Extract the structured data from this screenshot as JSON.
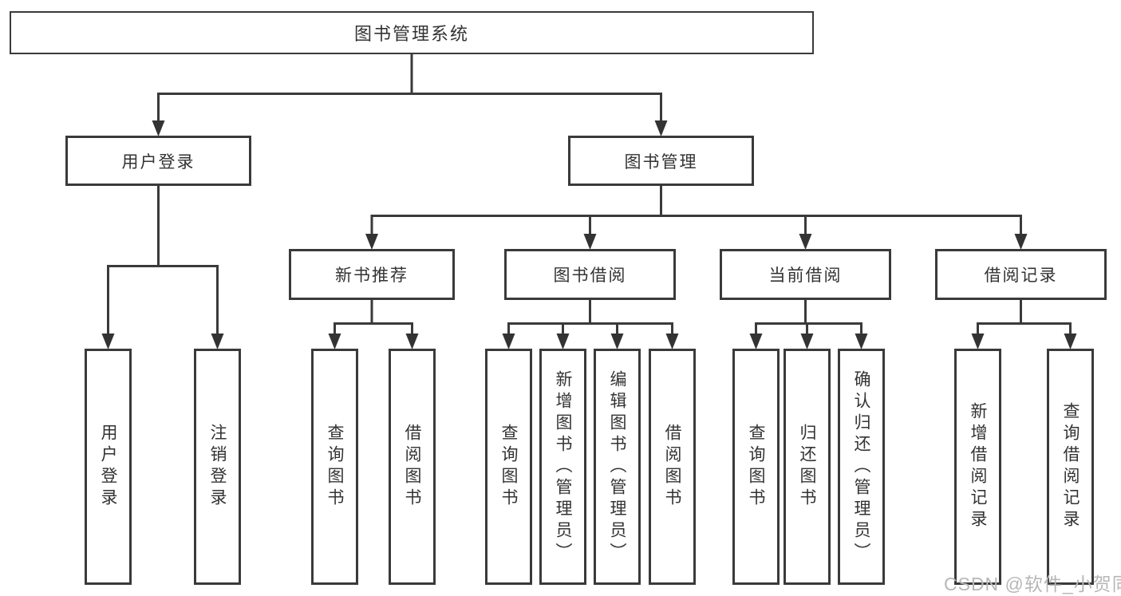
{
  "page": {
    "background": "#ffffff",
    "watermark": "CSDN @软件_小贺同学"
  },
  "colors": {
    "line": "#3a3a3a",
    "text": "#333333",
    "box_background": "#ffffff",
    "watermark": "#b7b7b7"
  },
  "tree": {
    "root": {
      "label": "图书管理系统"
    },
    "branches": [
      {
        "label": "用户登录",
        "children": [
          {
            "label": "用户登录"
          },
          {
            "label": "注销登录"
          }
        ]
      },
      {
        "label": "图书管理",
        "children": [
          {
            "label": "新书推荐",
            "children": [
              {
                "label": "查询图书"
              },
              {
                "label": "借阅图书"
              }
            ]
          },
          {
            "label": "图书借阅",
            "children": [
              {
                "label": "查询图书"
              },
              {
                "label": "新增图书（管理员）"
              },
              {
                "label": "编辑图书（管理员）"
              },
              {
                "label": "借阅图书"
              }
            ]
          },
          {
            "label": "当前借阅",
            "children": [
              {
                "label": "查询图书"
              },
              {
                "label": "归还图书"
              },
              {
                "label": "确认归还（管理员）"
              }
            ]
          },
          {
            "label": "借阅记录",
            "children": [
              {
                "label": "新增借阅记录"
              },
              {
                "label": "查询借阅记录"
              }
            ]
          }
        ]
      }
    ]
  }
}
